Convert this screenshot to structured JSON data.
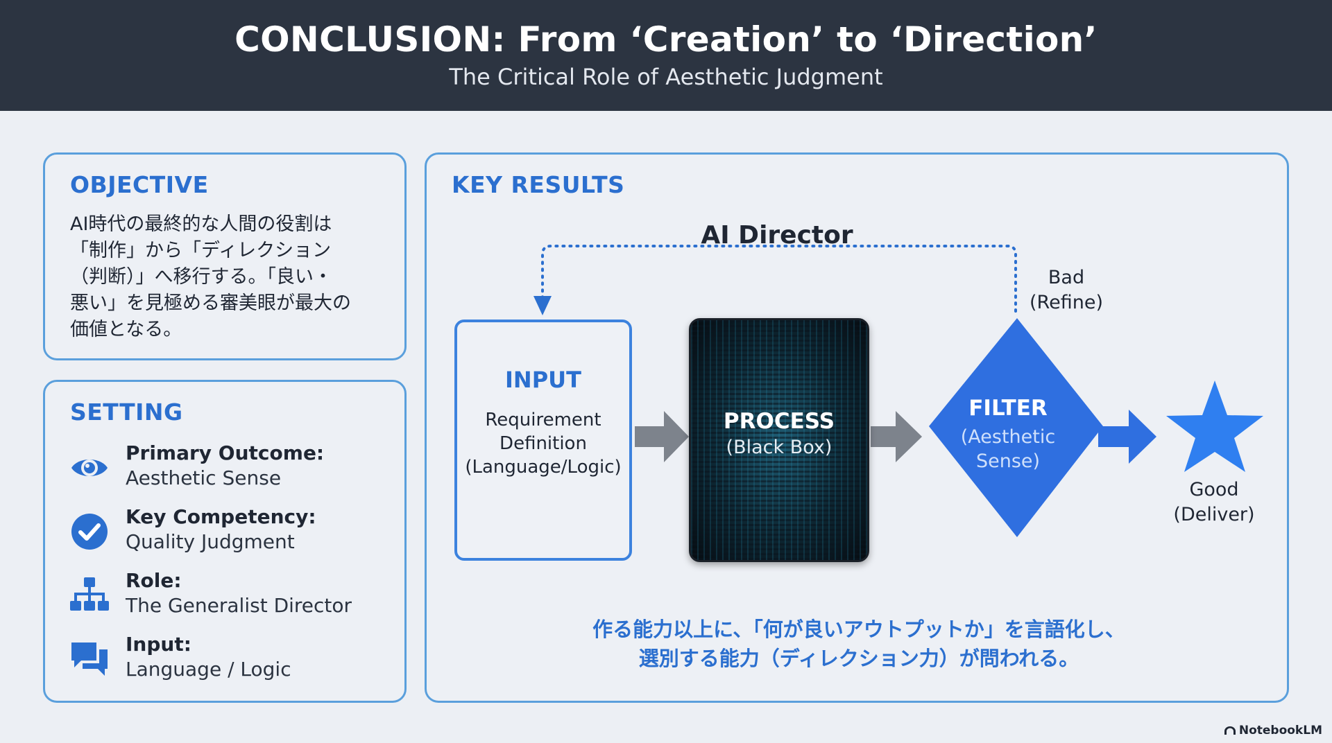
{
  "header": {
    "title": "CONCLUSION: From ‘Creation’ to ‘Direction’",
    "subtitle": "The Critical Role of Aesthetic Judgment"
  },
  "objective": {
    "heading": "OBJECTIVE",
    "lines": [
      "AI時代の最終的な人間の役割は",
      "「制作」から「ディレクション",
      "（判断）」へ移行する。「良い・",
      "悪い」を見極める審美眼が最大の",
      "価値となる。"
    ]
  },
  "setting": {
    "heading": "SETTING",
    "items": [
      {
        "label": "Primary Outcome:",
        "value": "Aesthetic Sense",
        "icon": "eye-icon"
      },
      {
        "label": "Key Competency:",
        "value": "Quality Judgment",
        "icon": "check-circle-icon"
      },
      {
        "label": "Role:",
        "value": "The Generalist Director",
        "icon": "org-chart-icon"
      },
      {
        "label": "Input:",
        "value": "Language / Logic",
        "icon": "chat-bubbles-icon"
      }
    ]
  },
  "key_results": {
    "heading": "KEY RESULTS",
    "director_title": "AI Director",
    "input": {
      "title": "INPUT",
      "lines": [
        "Requirement",
        "Definition",
        "(Language/Logic)"
      ]
    },
    "process": {
      "title": "PROCESS",
      "subtitle": "(Black Box)"
    },
    "filter": {
      "title": "FILTER",
      "lines": [
        "(Aesthetic",
        "Sense)"
      ]
    },
    "bad": {
      "lines": [
        "Bad",
        "(Refine)"
      ]
    },
    "good": {
      "lines": [
        "Good",
        "(Deliver)"
      ]
    },
    "conclusion_lines": [
      "作る能力以上に、「何が良いアウトプットか」を言語化し、",
      "選別する能力（ディレクション力）が問われる。"
    ]
  },
  "colors": {
    "header_bg": "#2c3441",
    "accent_blue": "#2b6fcf",
    "panel_border": "#5a9fdc",
    "filter_blue": "#2f6fe0",
    "arrow_gray": "#7d838c"
  },
  "brand": "NotebookLM"
}
